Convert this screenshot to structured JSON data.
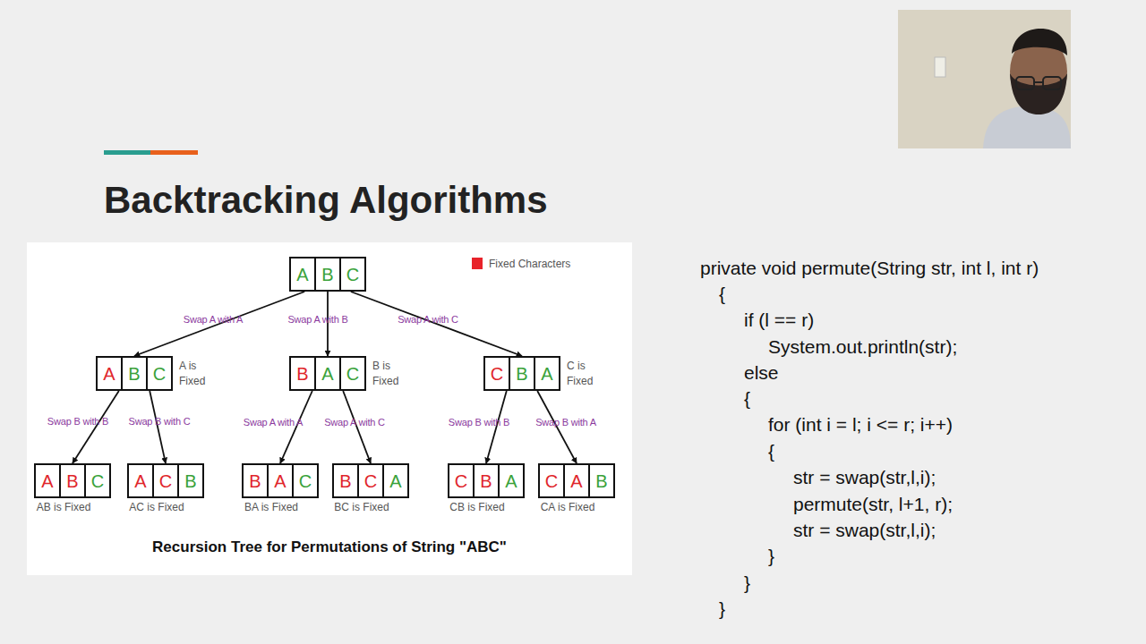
{
  "diagram": {
    "title": "Backtracking Algorithms",
    "caption": "Recursion Tree for Permutations of String \"ABC\"",
    "nodes": [
      {
        "text": [
          "A",
          "B",
          "C"
        ]
      },
      {
        "text": [
          "A",
          "B",
          "C",
          "A is Fixed"
        ]
      },
      {
        "text": [
          "B",
          "A",
          "C",
          "B is Fixed"
        ]
      },
      {
        "text": [
          "C",
          "B",
          "A",
          "C is Fixed"
        ]
      },
      {
        "text": [
          "A",
          "B",
          "C",
          "AB is Fixed"
        ]
      },
      {
        "text": [
          "A",
          "C",
          "B",
          "AC is Fixed"
        ]
      },
      {
        "text": [
          "B",
          "A",
          "C",
          "BA is Fixed"
        ]
      },
      {
        "text": [
          "B",
          "C",
          "A",
          "BC is Fixed"
        ]
      },
      {
        "text": [
          "C",
          "B",
          "A",
          "CB is Fixed"
        ]
      },
      {
        "text": [
          "C",
          "A",
          "B",
          "CA is Fixed"
        ]
      }
    ],
    "edges": [
      {
        "from": 0,
        "to": 1,
        "arrow": "to",
        "label": "Swap A with A"
      },
      {
        "from": 0,
        "to": 2,
        "arrow": "to",
        "label": "Swap A with B"
      },
      {
        "from": 0,
        "to": 3,
        "arrow": "to",
        "label": "Swap A with C"
      },
      {
        "from": 1,
        "to": 4,
        "arrow": "to",
        "label": "Swap B with B"
      },
      {
        "from": 1,
        "to": 5,
        "arrow": "to",
        "label": "Swap B with C"
      },
      {
        "from": 2,
        "to": 6,
        "arrow": "to",
        "label": "Swap A with A"
      },
      {
        "from": 2,
        "to": 7,
        "arrow": "to",
        "label": "Swap A with C"
      },
      {
        "from": 3,
        "to": 8,
        "arrow": "to",
        "label": "Swap B with B"
      },
      {
        "from": 3,
        "to": 9,
        "arrow": "to",
        "label": "Swap B with A"
      }
    ],
    "labels": [
      "private void permute(String str, int l, int r)",
      "{",
      "if (l == r)",
      "System.out.println(str);",
      "else",
      "{",
      "for (int i = l; i <= r; i++)",
      "{",
      "str = swap(str,l,i);",
      "permute(str, l+1, r);",
      "str = swap(str,l,i);",
      "}",
      "}",
      "}"
    ],
    "legend": [
      {
        "text": "Fixed Characters",
        "color": "#e8232a"
      }
    ]
  }
}
